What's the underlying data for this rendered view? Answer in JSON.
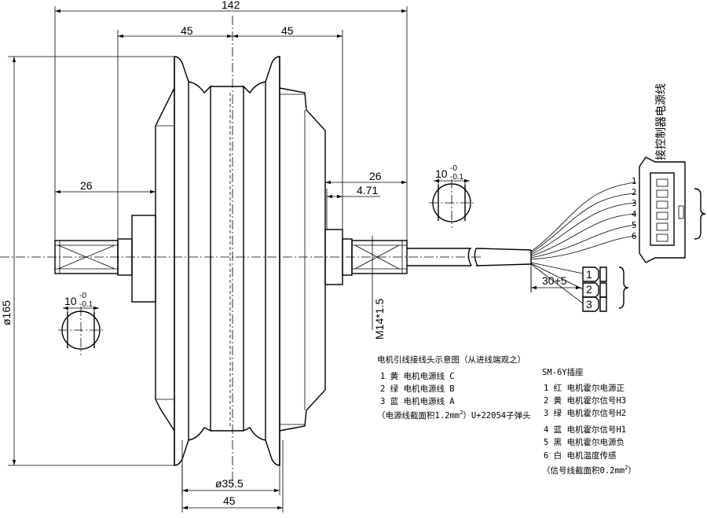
{
  "dimensions": {
    "overall_width": "142",
    "left_half": "45",
    "right_half": "45",
    "left_shaft": "26",
    "right_shaft": "26",
    "offset": "4.71",
    "diameter": "ø165",
    "inner_diameter": "ø35.5",
    "bottom_width": "45",
    "thread": "M14*1.5",
    "cable_length": "30+5",
    "flat_left": "10",
    "flat_left_tol_upper": "-0",
    "flat_left_tol_lower": "-0.1",
    "flat_right": "10",
    "flat_right_tol_upper": "-0",
    "flat_right_tol_lower": "-0.1"
  },
  "connector_label": "接控制器电源线",
  "connector_pins": [
    "1",
    "2",
    "3",
    "4",
    "5",
    "6"
  ],
  "power_pins": [
    "1",
    "2",
    "3"
  ],
  "power_notes": {
    "title": "电机引线接线头示意图（从进线端观之）",
    "lines": [
      "1 黄 电机电源线 C",
      "2 绿 电机电源线 B",
      "3 蓝 电机电源线 A"
    ],
    "spec": "（电源线截面积1.2",
    "spec_sup": "2",
    "spec_unit": "mm",
    "spec_tail": "）U+22054子弹头"
  },
  "signal_notes": {
    "title": "SM-6Y插座",
    "lines": [
      "1 红 电机霍尔电源正",
      "2 黄 电机霍尔信号H3",
      "3 绿 电机霍尔信号H2",
      "4 蓝 电机霍尔信号H1",
      "5 黑 电机霍尔电源负",
      "6 白 电机温度传感"
    ],
    "spec": "（信号线截面积0.2",
    "spec_sup": "2",
    "spec_unit": "mm",
    "spec_tail": "）"
  }
}
